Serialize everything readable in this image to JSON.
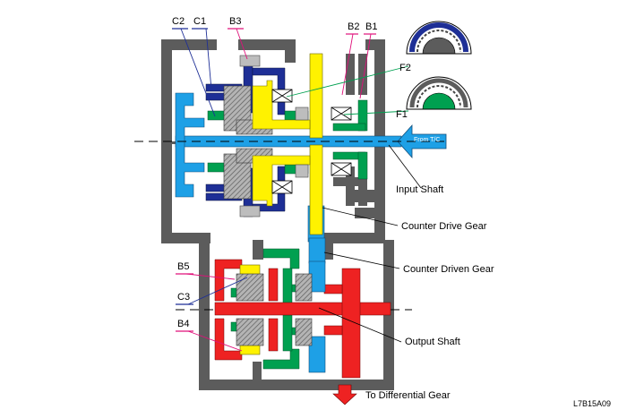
{
  "labels": {
    "c2": "C2",
    "c1": "C1",
    "b3": "B3",
    "b2": "B2",
    "b1": "B1",
    "f2": "F2",
    "f1": "F1",
    "from_tc": "From T/C",
    "input_shaft": "Input Shaft",
    "counter_drive_gear": "Counter Drive Gear",
    "counter_driven_gear": "Counter Driven Gear",
    "b5": "B5",
    "c3": "C3",
    "b4": "B4",
    "output_shaft": "Output Shaft",
    "to_differential_gear": "To Differential Gear",
    "figure_ref": "L7B15A09"
  },
  "colors": {
    "housing": "#5c5c5c",
    "input_shaft": "#1ea0e6",
    "clutch_blue": "#1e2f96",
    "planetary_green": "#00a050",
    "carrier_yellow": "#fff200",
    "output_red": "#ee2222",
    "gear_hatch": "#a8a8a8",
    "leader_magenta": "#e0107a"
  }
}
